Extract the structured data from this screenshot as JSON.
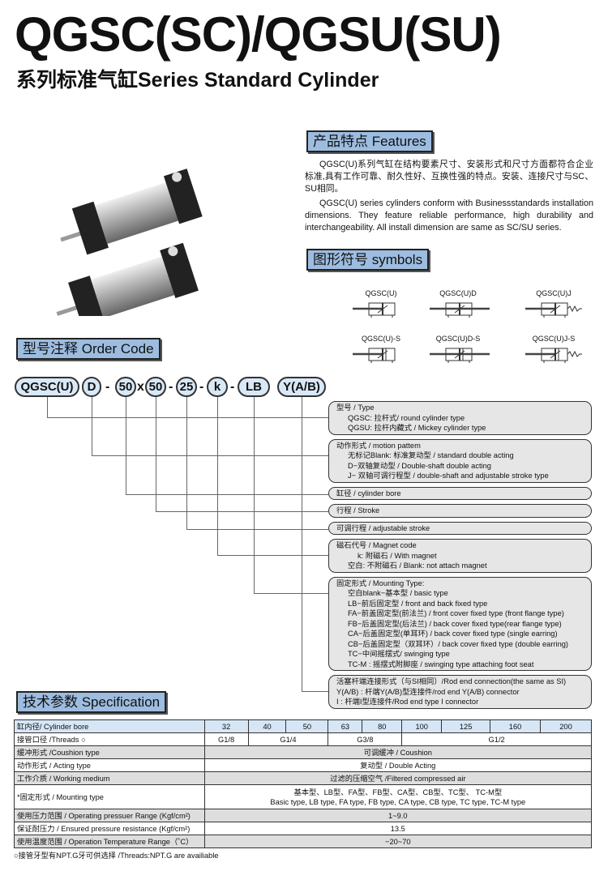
{
  "title": "QGSC(SC)/QGSU(SU)",
  "subtitle": "系列标准气缸Series Standard Cylinder",
  "features": {
    "header": "产品特点 Features",
    "cn": "QGSC(U)系列气缸在结构要素尺寸、安装形式和尺寸方面都符合企业标准,具有工作可靠、耐久性好、互换性强的特点。安装、连接尺寸与SC、 SU相同。",
    "en": "QGSC(U) series cylinders conform with Businessstandards installation dimensions. They feature reliable performance, high durability and interchangeability. All install dimension are same as SC/SU series."
  },
  "symbols": {
    "header": "图形符号 symbols",
    "items": [
      "QGSC(U)",
      "QGSC(U)D",
      "QGSC(U)J",
      "QGSC(U)-S",
      "QGSC(U)D-S",
      "QGSC(U)J-S"
    ]
  },
  "order": {
    "header": "型号注释 Order Code",
    "code": [
      "QGSC(U)",
      "D",
      "-",
      "50",
      "x",
      "50",
      "-",
      "25",
      "-",
      "k",
      "-",
      "LB",
      "Y(A/B)"
    ],
    "boxes": [
      {
        "lines": [
          "型号 / Type",
          "QGSC: 拉杆式/ round cylinder type",
          "QGSU: 拉杆内藏式 / Mickey cylinder type"
        ]
      },
      {
        "lines": [
          "动作形式 / motion pattem",
          "无标记Blank: 标准复动型 / standard double acting",
          "D−双轴复动型 / Double-shaft double acting",
          "J− 双轴可调行程型 / double-shaft and adjustable stroke type"
        ]
      },
      {
        "lines": [
          "缸径 / cylinder bore"
        ]
      },
      {
        "lines": [
          "行程 / Stroke"
        ]
      },
      {
        "lines": [
          "可调行程 / adjustable stroke"
        ]
      },
      {
        "lines": [
          "磁石代号 / Magnet code",
          "k: 附磁石 / With magnet",
          "空白: 不附磁石 / Blank: not attach magnet"
        ]
      },
      {
        "lines": [
          "固定形式 / Mounting  Type:",
          "空白blank−基本型 / basic type",
          "LB−前后固定型 / front and back fixed type",
          "FA−前盖固定型(前法兰) / front cover fixed type (front flange type)",
          "FB−后盖固定型(后法兰) / back cover fixed type(rear flange type)",
          "CA−后盖固定型(单耳环) / back cover fixed type (single earring)",
          "CB−后盖固定型（双耳环）/ back cover fixed type (double earring)",
          "TC−中间摇摆式/ swinging type",
          "TC-M : 摇摆式附脚座 / swinging type attaching foot seat"
        ]
      },
      {
        "lines": [
          "活塞杆端连接形式（与SI相同）/Rod end connection(the same as SI)",
          "Y(A/B) : 杆端Y(A/B)型连接件/rod end Y(A/B) connector",
          "I : 杆端I型连接件/Rod end type I connector"
        ]
      }
    ]
  },
  "spec": {
    "header": "技术参数 Specification",
    "bore_label": "缸内径/ Cylinder bore",
    "bores": [
      "32",
      "40",
      "50",
      "63",
      "80",
      "100",
      "125",
      "160",
      "200"
    ],
    "threads_label": "接管口径 /Threads ○",
    "threads": [
      "G1/8",
      "G1/4",
      "G3/8",
      "G1/2"
    ],
    "cushion_label": "缓冲形式 /Coushion type",
    "cushion": "可调缓冲 / Coushion",
    "acting_label": "动作形式 / Acting type",
    "acting": "复动型 / Double Acting",
    "medium_label": "工作介质 / Working medium",
    "medium": "过滤的压缩空气 /Filtered compressed air",
    "mounting_label": "*固定形式 / Mounting type",
    "mounting_cn": "基本型、LB型、FA型、FB型、CA型、CB型、TC型、 TC-M型",
    "mounting_en": "Basic type, LB type, FA type, FB type, CA type, CB type, TC type, TC-M type",
    "pressure_label": "使用压力范围 / Operating pressuer Range (Kgf/cm²)",
    "pressure": "1~9.0",
    "proof_label": "保证耐压力 / Ensured pressure resistance (Kgf/cm²)",
    "proof": "13.5",
    "temp_label": "使用温度范围 / Operation Temperature Range（˚C）",
    "temp": "−20~70",
    "footnote": "○接管牙型有NPT.G牙可供选择 /Threads:NPT.G are availiable"
  }
}
